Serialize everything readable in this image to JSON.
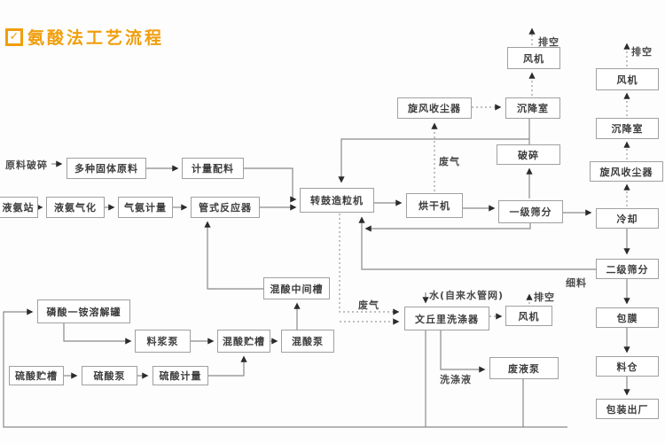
{
  "title": {
    "icon": "✓",
    "text": "氨酸法工艺流程"
  },
  "nodes": {
    "solid_materials": "多种固体原料",
    "metering": "计量配料",
    "ammonia_station": "液氨站",
    "ammonia_vapor": "液氨气化",
    "ammonia_meter": "气氨计量",
    "reactor": "管式反应器",
    "granulator": "转鼓造粒机",
    "dryer": "烘干机",
    "screen1": "一级筛分",
    "crusher": "破碎",
    "cyclone_top": "旋风收尘器",
    "settling_top": "沉降室",
    "fan_top": "风机",
    "fan_right": "风机",
    "settling_right": "沉降室",
    "cyclone_right": "旋风收尘器",
    "cooling": "冷却",
    "screen2": "二级筛分",
    "coating": "包膜",
    "silo": "料仓",
    "packing": "包装出厂",
    "mixed_mid": "混酸中间槽",
    "map_tank": "磷酸一铵溶解罐",
    "slurry_pump": "料浆泵",
    "mixed_storage": "混酸贮槽",
    "mixed_pump": "混酸泵",
    "sulfuric_storage": "硫酸贮槽",
    "sulfuric_pump": "硫酸泵",
    "sulfuric_meter": "硫酸计量",
    "venturi": "文丘里洗涤器",
    "fan_scrubber": "风机",
    "waste_pump": "废液泵"
  },
  "labels": {
    "raw_crush": "原料破碎",
    "exhaust_top": "排空",
    "exhaust_right": "排空",
    "exhaust_scrubber": "排空",
    "waste_gas_top": "废气",
    "waste_gas_bottom": "废气",
    "fine_material": "细料",
    "water": "水(自来水管网)",
    "wash_liquid": "洗涤液"
  },
  "colors": {
    "title_orange": "#f09e0c",
    "line_gray": "#8a8a8a",
    "box_border": "#a0a0a0",
    "text_dark": "#3d3d3d"
  }
}
